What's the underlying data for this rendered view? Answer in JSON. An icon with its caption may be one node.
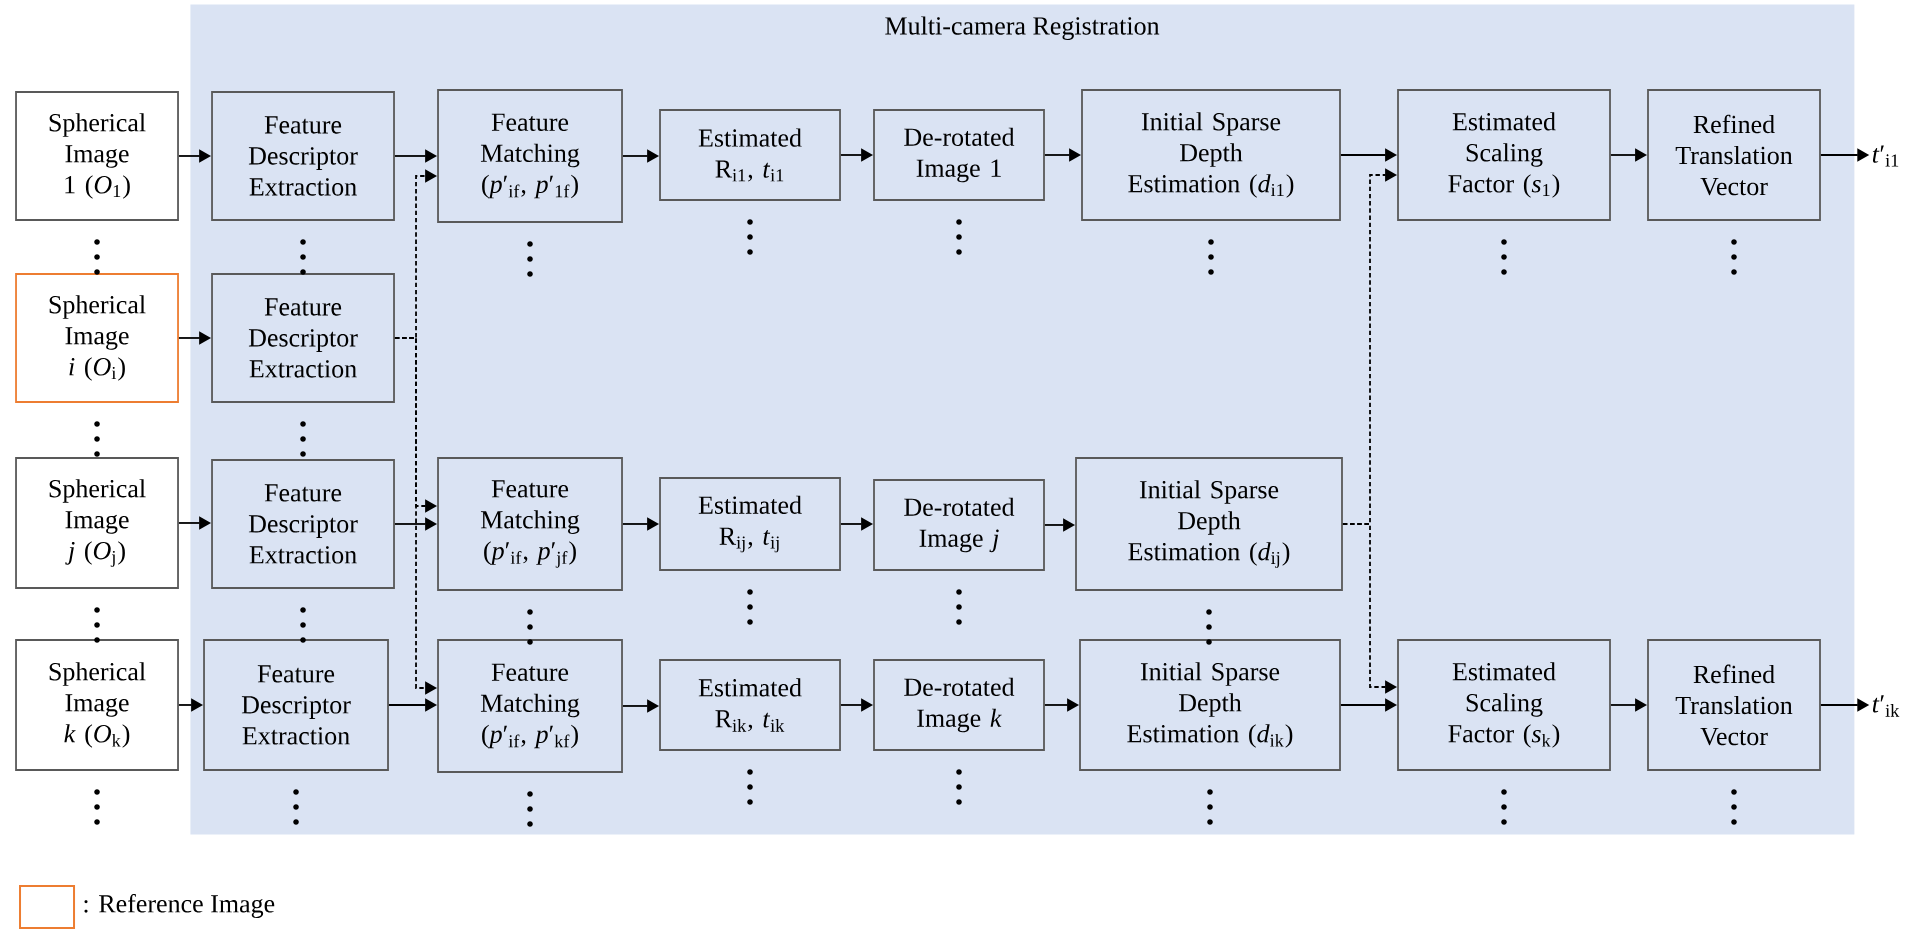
{
  "diagram": {
    "nodes": [
      {
        "text": [
          "Multi-camera Registration"
        ]
      },
      {
        "text": [
          "Spherical Image 1 (*O*$_{1}$)"
        ]
      },
      {
        "text": [
          "Feature Descriptor Extraction"
        ],
        "in": 0
      },
      {
        "text": [
          "Feature Matching (*p*′$_{if}$, *p*′$_{1f}$)"
        ],
        "in": 0
      },
      {
        "text": [
          "Estimated R$_{i1}$, *t*$_{i1}$"
        ],
        "in": 0
      },
      {
        "text": [
          "De-rotated Image 1"
        ],
        "in": 0
      },
      {
        "text": [
          "Initial Sparse Depth Estimation (*d*$_{i1}$)"
        ],
        "in": 0
      },
      {
        "text": [
          "Estimated Scaling Factor (*s*$_{1}$)"
        ],
        "in": 0
      },
      {
        "text": [
          "Refined Translation Vector"
        ],
        "in": 0
      },
      {
        "text": [
          "*t*′$_{i1}$"
        ]
      },
      {
        "text": [
          "Spherical Image *i* (*O*$_{i}$)"
        ]
      },
      {
        "text": [
          "Feature Descriptor Extraction"
        ],
        "in": 0
      },
      {
        "text": [
          "Spherical Image *j* (*O*$_{j}$)"
        ]
      },
      {
        "text": [
          "Feature Descriptor Extraction"
        ],
        "in": 0
      },
      {
        "text": [
          "Feature Matching (*p*′$_{if}$, *p*′$_{jf}$)"
        ],
        "in": 0
      },
      {
        "text": [
          "Estimated R$_{ij}$, *t*$_{ij}$"
        ],
        "in": 0
      },
      {
        "text": [
          "De-rotated Image *j*"
        ],
        "in": 0
      },
      {
        "text": [
          "Initial Sparse Depth Estimation (*d*$_{ij}$)"
        ],
        "in": 0
      },
      {
        "text": [
          "Spherical Image *k* (*O*$_{k}$)"
        ]
      },
      {
        "text": [
          "Feature Descriptor Extraction"
        ],
        "in": 0
      },
      {
        "text": [
          "Feature Matching (*p*′$_{if}$, *p*′$_{kf}$)"
        ],
        "in": 0
      },
      {
        "text": [
          "Estimated R$_{ik}$, *t*$_{ik}$"
        ],
        "in": 0
      },
      {
        "text": [
          "De-rotated Image *k*"
        ],
        "in": 0
      },
      {
        "text": [
          "Initial Sparse Depth Estimation (*d*$_{ik}$)"
        ],
        "in": 0
      },
      {
        "text": [
          "Estimated Scaling Factor (*s*$_{k}$)"
        ],
        "in": 0
      },
      {
        "text": [
          "Refined Translation Vector"
        ],
        "in": 0
      },
      {
        "text": [
          "*t*′$_{ik}$"
        ]
      }
    ],
    "edges": [
      {
        "from": 1,
        "to": 2,
        "arrow": "to"
      },
      {
        "from": 2,
        "to": 3,
        "arrow": "to"
      },
      {
        "from": 3,
        "to": 4,
        "arrow": "to"
      },
      {
        "from": 4,
        "to": 5,
        "arrow": "to"
      },
      {
        "from": 5,
        "to": 6,
        "arrow": "to"
      },
      {
        "from": 6,
        "to": 7,
        "arrow": "to"
      },
      {
        "from": 7,
        "to": 8,
        "arrow": "to"
      },
      {
        "from": 8,
        "to": 9,
        "arrow": "to"
      },
      {
        "from": 10,
        "to": 11,
        "arrow": "to"
      },
      {
        "from": 11,
        "to": 3,
        "arrow": "to",
        "style": "dashed"
      },
      {
        "from": 11,
        "to": 14,
        "arrow": "to",
        "style": "dashed"
      },
      {
        "from": 11,
        "to": 20,
        "arrow": "to",
        "style": "dashed"
      },
      {
        "from": 12,
        "to": 13,
        "arrow": "to"
      },
      {
        "from": 13,
        "to": 14,
        "arrow": "to"
      },
      {
        "from": 14,
        "to": 15,
        "arrow": "to"
      },
      {
        "from": 15,
        "to": 16,
        "arrow": "to"
      },
      {
        "from": 16,
        "to": 17,
        "arrow": "to"
      },
      {
        "from": 17,
        "to": 7,
        "arrow": "to",
        "style": "dashed"
      },
      {
        "from": 17,
        "to": 24,
        "arrow": "to",
        "style": "dashed"
      },
      {
        "from": 18,
        "to": 19,
        "arrow": "to"
      },
      {
        "from": 19,
        "to": 20,
        "arrow": "to"
      },
      {
        "from": 20,
        "to": 21,
        "arrow": "to"
      },
      {
        "from": 21,
        "to": 22,
        "arrow": "to"
      },
      {
        "from": 22,
        "to": 23,
        "arrow": "to"
      },
      {
        "from": 23,
        "to": 24,
        "arrow": "to"
      },
      {
        "from": 24,
        "to": 25,
        "arrow": "to"
      },
      {
        "from": 25,
        "to": 26,
        "arrow": "to"
      }
    ],
    "legend": [
      {
        "text": ": Reference Image"
      }
    ]
  }
}
